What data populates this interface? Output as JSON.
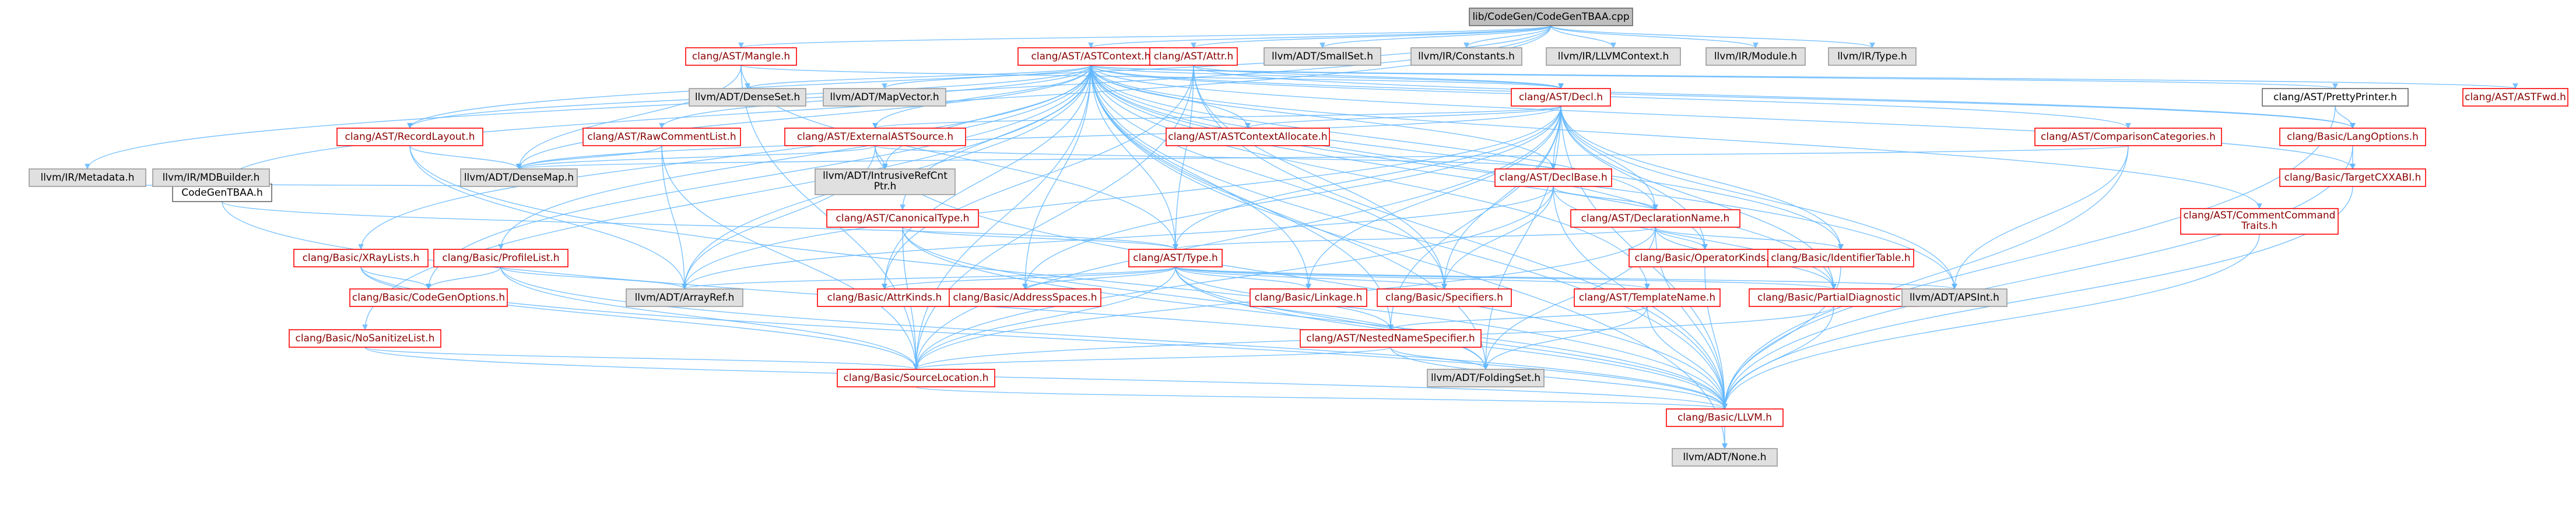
{
  "colors": {
    "edge": "#63b8ff",
    "red_border": "#ff0000",
    "grey_fill": "#e0e0e0",
    "root_fill": "#bfbfbf"
  },
  "nodes": [
    {
      "id": "root",
      "label": "lib/CodeGen/CodeGenTBAA.cpp",
      "style": "root"
    },
    {
      "id": "codegentbaa_h",
      "label": "CodeGenTBAA.h",
      "style": "plain"
    },
    {
      "id": "mangle",
      "label": "clang/AST/Mangle.h",
      "style": "red"
    },
    {
      "id": "astcontext",
      "label": "clang/AST/ASTContext.h",
      "style": "red"
    },
    {
      "id": "attr",
      "label": "clang/AST/Attr.h",
      "style": "red"
    },
    {
      "id": "smallset",
      "label": "llvm/ADT/SmallSet.h",
      "style": "grey"
    },
    {
      "id": "constants",
      "label": "llvm/IR/Constants.h",
      "style": "grey"
    },
    {
      "id": "llvmcontext",
      "label": "llvm/IR/LLVMContext.h",
      "style": "grey"
    },
    {
      "id": "module",
      "label": "llvm/IR/Module.h",
      "style": "grey"
    },
    {
      "id": "irtype",
      "label": "llvm/IR/Type.h",
      "style": "grey"
    },
    {
      "id": "denseset",
      "label": "llvm/ADT/DenseSet.h",
      "style": "grey"
    },
    {
      "id": "mapvector",
      "label": "llvm/ADT/MapVector.h",
      "style": "grey"
    },
    {
      "id": "decl",
      "label": "clang/AST/Decl.h",
      "style": "red"
    },
    {
      "id": "prettyprinter",
      "label": "clang/AST/PrettyPrinter.h",
      "style": "plain"
    },
    {
      "id": "astfwd",
      "label": "clang/AST/ASTFwd.h",
      "style": "red"
    },
    {
      "id": "recordlayout",
      "label": "clang/AST/RecordLayout.h",
      "style": "red"
    },
    {
      "id": "rawcomment",
      "label": "clang/AST/RawCommentList.h",
      "style": "red"
    },
    {
      "id": "externalsource",
      "label": "clang/AST/ExternalASTSource.h",
      "style": "red"
    },
    {
      "id": "astallocate",
      "label": "clang/AST/ASTContextAllocate.h",
      "style": "red"
    },
    {
      "id": "comparison",
      "label": "clang/AST/ComparisonCategories.h",
      "style": "red"
    },
    {
      "id": "langoptions",
      "label": "clang/Basic/LangOptions.h",
      "style": "red"
    },
    {
      "id": "metadata",
      "label": "llvm/IR/Metadata.h",
      "style": "grey"
    },
    {
      "id": "mdbuilder",
      "label": "llvm/IR/MDBuilder.h",
      "style": "grey"
    },
    {
      "id": "densemap",
      "label": "llvm/ADT/DenseMap.h",
      "style": "grey"
    },
    {
      "id": "intrusive",
      "label": "llvm/ADT/IntrusiveRefCnt\nPtr.h",
      "style": "grey"
    },
    {
      "id": "declbase",
      "label": "clang/AST/DeclBase.h",
      "style": "red"
    },
    {
      "id": "targetcxxabi",
      "label": "clang/Basic/TargetCXXABI.h",
      "style": "red"
    },
    {
      "id": "commentcmd",
      "label": "clang/AST/CommentCommand\nTraits.h",
      "style": "red"
    },
    {
      "id": "canonicaltype",
      "label": "clang/AST/CanonicalType.h",
      "style": "red"
    },
    {
      "id": "declname",
      "label": "clang/AST/DeclarationName.h",
      "style": "red"
    },
    {
      "id": "xraylists",
      "label": "clang/Basic/XRayLists.h",
      "style": "red"
    },
    {
      "id": "profilelist",
      "label": "clang/Basic/ProfileList.h",
      "style": "red"
    },
    {
      "id": "type",
      "label": "clang/AST/Type.h",
      "style": "red"
    },
    {
      "id": "opkinds",
      "label": "clang/Basic/OperatorKinds.h",
      "style": "red"
    },
    {
      "id": "identtable",
      "label": "clang/Basic/IdentifierTable.h",
      "style": "red"
    },
    {
      "id": "codegenopts",
      "label": "clang/Basic/CodeGenOptions.h",
      "style": "red"
    },
    {
      "id": "arrayref",
      "label": "llvm/ADT/ArrayRef.h",
      "style": "grey"
    },
    {
      "id": "attrkinds",
      "label": "clang/Basic/AttrKinds.h",
      "style": "red"
    },
    {
      "id": "addrspaces",
      "label": "clang/Basic/AddressSpaces.h",
      "style": "red"
    },
    {
      "id": "linkage",
      "label": "clang/Basic/Linkage.h",
      "style": "red"
    },
    {
      "id": "specifiers",
      "label": "clang/Basic/Specifiers.h",
      "style": "red"
    },
    {
      "id": "templatename",
      "label": "clang/AST/TemplateName.h",
      "style": "red"
    },
    {
      "id": "partialdiag",
      "label": "clang/Basic/PartialDiagnostic.h",
      "style": "red"
    },
    {
      "id": "apsint",
      "label": "llvm/ADT/APSInt.h",
      "style": "grey"
    },
    {
      "id": "nosanitize",
      "label": "clang/Basic/NoSanitizeList.h",
      "style": "red"
    },
    {
      "id": "nns",
      "label": "clang/AST/NestedNameSpecifier.h",
      "style": "red"
    },
    {
      "id": "sourceloc",
      "label": "clang/Basic/SourceLocation.h",
      "style": "red"
    },
    {
      "id": "foldingset",
      "label": "llvm/ADT/FoldingSet.h",
      "style": "grey"
    },
    {
      "id": "llvm_h",
      "label": "clang/Basic/LLVM.h",
      "style": "red"
    },
    {
      "id": "none",
      "label": "llvm/ADT/None.h",
      "style": "grey"
    }
  ],
  "edges": [
    [
      "root",
      "codegentbaa_h"
    ],
    [
      "root",
      "mangle"
    ],
    [
      "root",
      "astcontext"
    ],
    [
      "root",
      "attr"
    ],
    [
      "root",
      "smallset"
    ],
    [
      "root",
      "constants"
    ],
    [
      "root",
      "llvmcontext"
    ],
    [
      "root",
      "module"
    ],
    [
      "root",
      "irtype"
    ],
    [
      "root",
      "metadata"
    ],
    [
      "root",
      "recordlayout"
    ],
    [
      "codegentbaa_h",
      "metadata"
    ],
    [
      "codegentbaa_h",
      "mdbuilder"
    ],
    [
      "codegentbaa_h",
      "densemap"
    ],
    [
      "codegentbaa_h",
      "llvm_h"
    ],
    [
      "codegentbaa_h",
      "type"
    ],
    [
      "mangle",
      "decl"
    ],
    [
      "mangle",
      "type"
    ],
    [
      "mangle",
      "densemap"
    ],
    [
      "mangle",
      "sourceloc"
    ],
    [
      "astcontext",
      "denseset"
    ],
    [
      "astcontext",
      "mapvector"
    ],
    [
      "astcontext",
      "decl"
    ],
    [
      "astcontext",
      "prettyprinter"
    ],
    [
      "astcontext",
      "astfwd"
    ],
    [
      "astcontext",
      "recordlayout"
    ],
    [
      "astcontext",
      "rawcomment"
    ],
    [
      "astcontext",
      "externalsource"
    ],
    [
      "astcontext",
      "astallocate"
    ],
    [
      "astcontext",
      "comparison"
    ],
    [
      "astcontext",
      "langoptions"
    ],
    [
      "astcontext",
      "densemap"
    ],
    [
      "astcontext",
      "intrusive"
    ],
    [
      "astcontext",
      "declbase"
    ],
    [
      "astcontext",
      "commentcmd"
    ],
    [
      "astcontext",
      "canonicaltype"
    ],
    [
      "astcontext",
      "declname"
    ],
    [
      "astcontext",
      "xraylists"
    ],
    [
      "astcontext",
      "profilelist"
    ],
    [
      "astcontext",
      "type"
    ],
    [
      "astcontext",
      "identtable"
    ],
    [
      "astcontext",
      "codegenopts"
    ],
    [
      "astcontext",
      "arrayref"
    ],
    [
      "astcontext",
      "attrkinds"
    ],
    [
      "astcontext",
      "addrspaces"
    ],
    [
      "astcontext",
      "linkage"
    ],
    [
      "astcontext",
      "specifiers"
    ],
    [
      "astcontext",
      "templatename"
    ],
    [
      "astcontext",
      "partialdiag"
    ],
    [
      "astcontext",
      "apsint"
    ],
    [
      "astcontext",
      "nosanitize"
    ],
    [
      "astcontext",
      "nns"
    ],
    [
      "astcontext",
      "sourceloc"
    ],
    [
      "astcontext",
      "foldingset"
    ],
    [
      "astcontext",
      "llvm_h"
    ],
    [
      "astcontext",
      "none"
    ],
    [
      "astcontext",
      "opkinds"
    ],
    [
      "astcontext",
      "targetcxxabi"
    ],
    [
      "attr",
      "decl"
    ],
    [
      "attr",
      "type"
    ],
    [
      "attr",
      "attrkinds"
    ],
    [
      "attr",
      "sourceloc"
    ],
    [
      "attr",
      "llvm_h"
    ],
    [
      "attr",
      "langoptions"
    ],
    [
      "attr",
      "specifiers"
    ],
    [
      "decl",
      "externalsource"
    ],
    [
      "decl",
      "astallocate"
    ],
    [
      "decl",
      "declbase"
    ],
    [
      "decl",
      "declname"
    ],
    [
      "decl",
      "type"
    ],
    [
      "decl",
      "nns"
    ],
    [
      "decl",
      "linkage"
    ],
    [
      "decl",
      "specifiers"
    ],
    [
      "decl",
      "sourceloc"
    ],
    [
      "decl",
      "llvm_h"
    ],
    [
      "decl",
      "arrayref"
    ],
    [
      "decl",
      "apsint"
    ],
    [
      "decl",
      "identtable"
    ],
    [
      "decl",
      "partialdiag"
    ],
    [
      "decl",
      "opkinds"
    ],
    [
      "decl",
      "addrspaces"
    ],
    [
      "decl",
      "densemap"
    ],
    [
      "decl",
      "foldingset"
    ],
    [
      "prettyprinter",
      "langoptions"
    ],
    [
      "prettyprinter",
      "llvm_h"
    ],
    [
      "recordlayout",
      "densemap"
    ],
    [
      "recordlayout",
      "arrayref"
    ],
    [
      "recordlayout",
      "llvm_h"
    ],
    [
      "rawcomment",
      "densemap"
    ],
    [
      "rawcomment",
      "arrayref"
    ],
    [
      "rawcomment",
      "sourceloc"
    ],
    [
      "externalsource",
      "densemap"
    ],
    [
      "externalsource",
      "intrusive"
    ],
    [
      "externalsource",
      "arrayref"
    ],
    [
      "externalsource",
      "declbase"
    ],
    [
      "externalsource",
      "llvm_h"
    ],
    [
      "comparison",
      "densemap"
    ],
    [
      "comparison",
      "apsint"
    ],
    [
      "comparison",
      "llvm_h"
    ],
    [
      "langoptions",
      "targetcxxabi"
    ],
    [
      "langoptions",
      "llvm_h"
    ],
    [
      "declbase",
      "declname"
    ],
    [
      "declbase",
      "specifiers"
    ],
    [
      "declbase",
      "sourceloc"
    ],
    [
      "declbase",
      "llvm_h"
    ],
    [
      "declbase",
      "arrayref"
    ],
    [
      "declbase",
      "partialdiag"
    ],
    [
      "targetcxxabi",
      "llvm_h"
    ],
    [
      "commentcmd",
      "llvm_h"
    ],
    [
      "canonicaltype",
      "type"
    ],
    [
      "canonicaltype",
      "sourceloc"
    ],
    [
      "canonicaltype",
      "llvm_h"
    ],
    [
      "canonicaltype",
      "foldingset"
    ],
    [
      "declname",
      "type"
    ],
    [
      "declname",
      "identtable"
    ],
    [
      "declname",
      "opkinds"
    ],
    [
      "declname",
      "partialdiag"
    ],
    [
      "declname",
      "sourceloc"
    ],
    [
      "declname",
      "llvm_h"
    ],
    [
      "declname",
      "foldingset"
    ],
    [
      "xraylists",
      "codegenopts"
    ],
    [
      "xraylists",
      "sourceloc"
    ],
    [
      "xraylists",
      "llvm_h"
    ],
    [
      "profilelist",
      "codegenopts"
    ],
    [
      "profilelist",
      "sourceloc"
    ],
    [
      "profilelist",
      "llvm_h"
    ],
    [
      "profilelist",
      "arrayref"
    ],
    [
      "type",
      "arrayref"
    ],
    [
      "type",
      "attrkinds"
    ],
    [
      "type",
      "addrspaces"
    ],
    [
      "type",
      "linkage"
    ],
    [
      "type",
      "specifiers"
    ],
    [
      "type",
      "templatename"
    ],
    [
      "type",
      "partialdiag"
    ],
    [
      "type",
      "apsint"
    ],
    [
      "type",
      "nns"
    ],
    [
      "type",
      "sourceloc"
    ],
    [
      "type",
      "foldingset"
    ],
    [
      "type",
      "llvm_h"
    ],
    [
      "templatename",
      "nns"
    ],
    [
      "templatename",
      "foldingset"
    ],
    [
      "templatename",
      "llvm_h"
    ],
    [
      "partialdiag",
      "sourceloc"
    ],
    [
      "partialdiag",
      "llvm_h"
    ],
    [
      "nosanitize",
      "sourceloc"
    ],
    [
      "nosanitize",
      "llvm_h"
    ],
    [
      "nns",
      "sourceloc"
    ],
    [
      "nns",
      "foldingset"
    ],
    [
      "nns",
      "llvm_h"
    ],
    [
      "sourceloc",
      "llvm_h"
    ],
    [
      "identtable",
      "llvm_h"
    ],
    [
      "opkinds",
      "llvm_h"
    ],
    [
      "llvm_h",
      "none"
    ]
  ]
}
